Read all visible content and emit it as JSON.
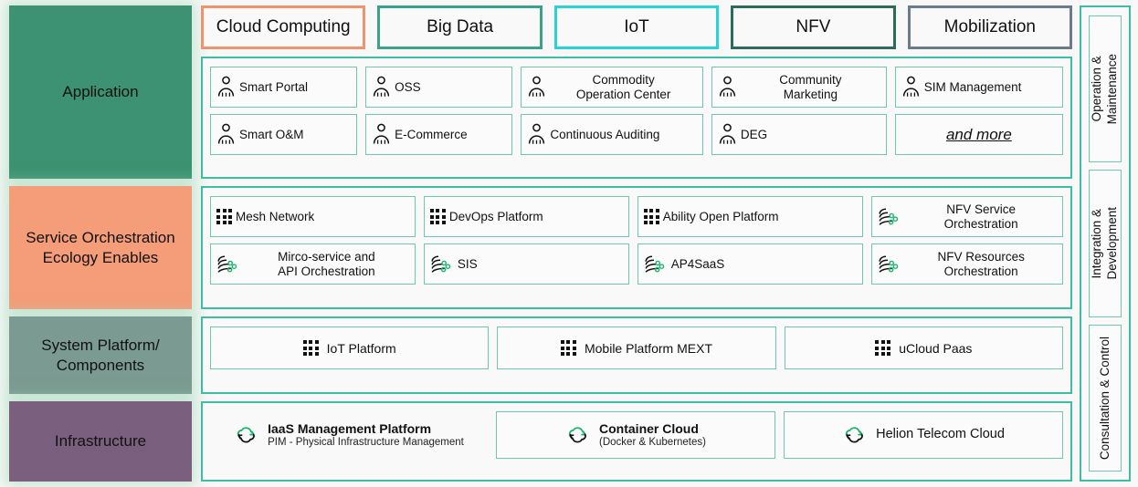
{
  "tabs": [
    {
      "label": "Cloud Computing",
      "border": "#f0926b"
    },
    {
      "label": "Big Data",
      "border": "#3aa287"
    },
    {
      "label": "IoT",
      "border": "#27d4d4"
    },
    {
      "label": "NFV",
      "border": "#2c6b5a"
    },
    {
      "label": "Mobilization",
      "border": "#6b7b8c"
    }
  ],
  "layers": [
    {
      "key": "application",
      "label": "Application",
      "color": "#3c9272"
    },
    {
      "key": "service",
      "label": "Service\nOrchestration\nEcology Enables",
      "color": "#f49d78"
    },
    {
      "key": "system",
      "label": "System Platform/\nComponents",
      "color": "#7b9a91"
    },
    {
      "key": "infra",
      "label": "Infrastructure",
      "color": "#7b5f7e"
    }
  ],
  "application_items": {
    "columns": [
      {
        "top": {
          "label": "Smart Portal",
          "icon": "person-icon",
          "lines": 1
        },
        "bottom": {
          "label": "Smart O&M",
          "icon": "person-icon",
          "lines": 1
        }
      },
      {
        "top": {
          "label": "OSS",
          "icon": "person-icon",
          "lines": 1
        },
        "bottom": {
          "label": "E-Commerce",
          "icon": "person-icon",
          "lines": 1
        }
      },
      {
        "top": {
          "label": "Commodity\nOperation Center",
          "icon": "person-icon",
          "lines": 2
        },
        "bottom": {
          "label": "Continuous Auditing",
          "icon": "person-icon",
          "lines": 1
        }
      },
      {
        "top": {
          "label": "Community\nMarketing",
          "icon": "person-icon",
          "lines": 2
        },
        "bottom": {
          "label": "DEG",
          "icon": "person-icon",
          "lines": 1
        }
      },
      {
        "top": {
          "label": "SIM Management",
          "icon": "person-icon",
          "lines": 1
        },
        "bottom": {
          "label": "and more",
          "icon": "none",
          "lines": 1,
          "style": "and-more"
        }
      }
    ]
  },
  "service_items": {
    "columns": [
      {
        "top": {
          "label": "Mesh Network",
          "icon": "dots-grid-icon",
          "lines": 1
        },
        "bottom": {
          "label": "Mirco-service and\nAPI Orchestration",
          "icon": "orchestration-icon",
          "lines": 2
        }
      },
      {
        "top": {
          "label": "DevOps Platform",
          "icon": "dots-grid-icon",
          "lines": 1
        },
        "bottom": {
          "label": "SIS",
          "icon": "orchestration-icon",
          "lines": 1
        }
      },
      {
        "top": {
          "label": "Ability Open Platform",
          "icon": "dots-grid-icon",
          "lines": 1
        },
        "bottom": {
          "label": "AP4SaaS",
          "icon": "orchestration-icon",
          "lines": 1
        }
      },
      {
        "top": {
          "label": "NFV Service\nOrchestration",
          "icon": "orchestration-icon",
          "lines": 2
        },
        "bottom": {
          "label": "NFV Resources\nOrchestration",
          "icon": "orchestration-icon",
          "lines": 2
        }
      }
    ]
  },
  "system_items": [
    {
      "label": "IoT Platform",
      "icon": "dots-grid-icon"
    },
    {
      "label": "Mobile Platform MEXT",
      "icon": "dots-grid-icon"
    },
    {
      "label": "uCloud Paas",
      "icon": "dots-grid-icon"
    }
  ],
  "infra_items": [
    {
      "title": "IaaS Management Platform",
      "subtitle": "PIM - Physical Infrastructure Management",
      "icon": "cloud-recycle-icon",
      "boxed": false
    },
    {
      "title": "Container Cloud",
      "subtitle": "(Docker & Kubernetes)",
      "icon": "cloud-recycle-icon",
      "boxed": true
    },
    {
      "title": "Helion Telecom Cloud",
      "subtitle": "",
      "icon": "cloud-recycle-icon",
      "boxed": true
    }
  ],
  "sidebar": {
    "items": [
      {
        "label": "Operation &\nMaintenance"
      },
      {
        "label": "Integration &\nDevelopment"
      },
      {
        "label": "Consultation & Control"
      }
    ]
  },
  "theme": {
    "panel_border": "#3cbfa0",
    "cell_border": "#6ec7b0",
    "page_bg": "#f7f8f7",
    "icon_green": "#19b36b"
  }
}
